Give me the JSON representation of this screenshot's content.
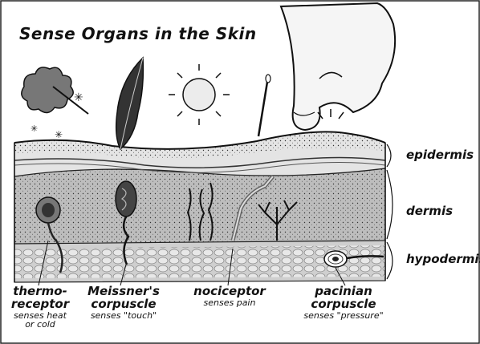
{
  "title": "Sense Organs in the Skin",
  "layers": {
    "epidermis": "epidermis",
    "dermis": "dermis",
    "hypodermis": "hypodermis"
  },
  "receptors": {
    "thermo": {
      "name_1": "thermo-",
      "name_2": "receptor",
      "desc_1": "senses heat",
      "desc_2": "or cold"
    },
    "meissner": {
      "name_1": "Meissner's",
      "name_2": "corpuscle",
      "desc_1": "senses \"touch\""
    },
    "nociceptor": {
      "name_1": "nociceptor",
      "desc_1": "senses pain"
    },
    "pacinian": {
      "name_1": "pacinian",
      "name_2": "corpuscle",
      "desc_1": "senses \"pressure\""
    }
  },
  "icons": [
    "cold-cloud-icon",
    "feather-icon",
    "sun-icon",
    "pin-icon",
    "finger-icon"
  ]
}
